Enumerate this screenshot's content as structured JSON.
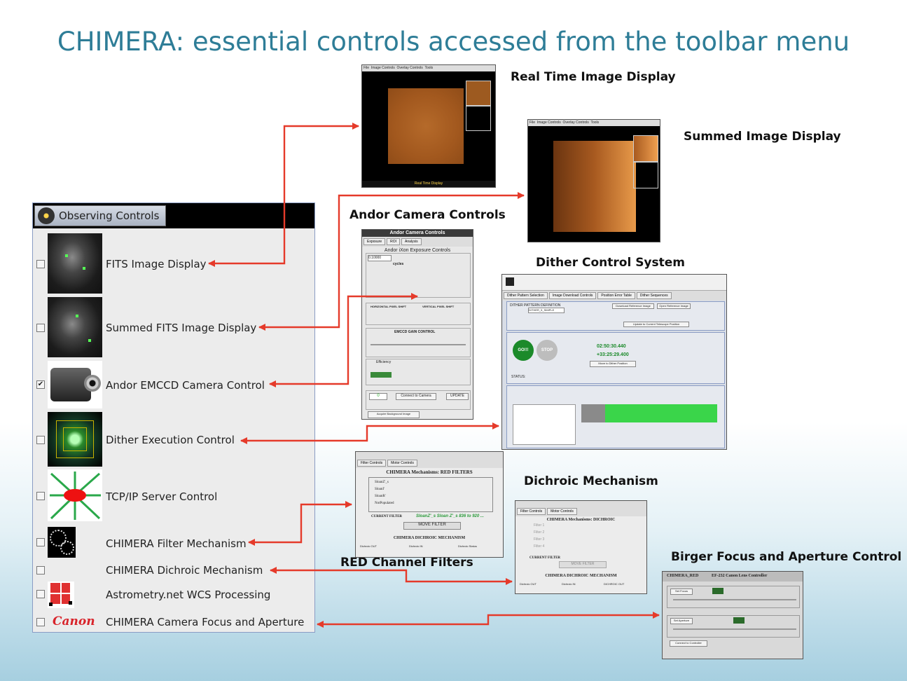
{
  "title": "CHIMERA:  essential controls accessed from the toolbar menu",
  "panel": {
    "tab_label": "Observing Controls",
    "items": [
      {
        "label": "FITS Image Display",
        "checked": false
      },
      {
        "label": "Summed FITS Image Display",
        "checked": false
      },
      {
        "label": "Andor EMCCD Camera Control",
        "checked": true
      },
      {
        "label": "Dither Execution Control",
        "checked": false
      },
      {
        "label": "TCP/IP Server Control",
        "checked": false
      },
      {
        "label": "CHIMERA Filter Mechanism",
        "checked": false
      },
      {
        "label": "CHIMERA Dichroic Mechanism",
        "checked": false
      },
      {
        "label": "Astrometry.net WCS Processing",
        "checked": false
      },
      {
        "label": "CHIMERA Camera Focus and Aperture",
        "checked": false
      }
    ],
    "canon_logo": "Canon"
  },
  "callouts": {
    "realtime": "Real Time Image Display",
    "summed": "Summed Image Display",
    "andor": "Andor Camera Controls",
    "dither": "Dither Control System",
    "dichroic": "Dichroic Mechanism",
    "red": "RED Channel Filters",
    "birger": "Birger Focus and Aperture Control"
  },
  "windows": {
    "realtime": {
      "menu": [
        "File",
        "Image Controls",
        "Overlay Controls",
        "Tools"
      ],
      "status": "Real Time Display"
    },
    "summed": {
      "menu": [
        "File",
        "Image Controls",
        "Overlay Controls",
        "Tools"
      ]
    },
    "andor": {
      "title": "Andor Camera Controls",
      "tabs": [
        "Exposure",
        "ROI",
        "Analysis"
      ],
      "heading": "Andor iXon Exposure Controls",
      "exposure_time": "0.10000",
      "cycles": "cycles",
      "hshift": "HORIZONTAL PIXEL SHIFT",
      "vshift": "VERTICAL PIXEL SHIFT",
      "gain": "EMCCD GAIN CONTROL",
      "efficiency": "Efficiency",
      "counter": "0",
      "connect": "Connect to Camera",
      "update": "UPDATE",
      "acquire": "Acquire Background Image"
    },
    "dither": {
      "tabs": [
        "Dither Pattern Selection",
        "Image Download Controls",
        "Position Error Table",
        "Dither Sequences"
      ],
      "section": "DITHER PATTERN DEFINITION",
      "pattern": "DITHER_5_SIMPLE",
      "download": "Download Reference Image",
      "open": "Open Reference Image",
      "update": "Update to Current Telescope Position",
      "go": "GO!!!",
      "stop": "STOP",
      "ra": "02:50:30.440",
      "dec": "+33:25:29.400",
      "move": "Move to Dither Position",
      "status": "STATUS:"
    },
    "red": {
      "tabs": [
        "Filter Controls",
        "Motor Controls"
      ],
      "heading": "CHIMERA Mechanisms: RED FILTERS",
      "filters": [
        "SloanZ'_s",
        "SloanI'",
        "SloanR'",
        "NotPopulated"
      ],
      "current_label": "CURRENT FILTER",
      "current_value": "SloanZ'_s Sloan Z'_s 836 to 920 ...",
      "move": "MOVE FILTER",
      "dichroic_heading": "CHIMERA DICHROIC MECHANISM",
      "dichroic_options": [
        "Dichroic OUT",
        "Dichroic IN",
        "Dichroic Status"
      ]
    },
    "dichroic": {
      "tabs": [
        "Filter Controls",
        "Motor Controls"
      ],
      "heading": "CHIMERA Mechanisms: DICHROIC",
      "filters": [
        "Filter 1",
        "Filter 2",
        "Filter 3",
        "Filter 4"
      ],
      "current_label": "CURRENT FILTER",
      "move": "MOVE FILTER",
      "dichroic_heading": "CHIMERA DICHROIC MECHANISM",
      "dichroic_options": [
        "Dichroic OUT",
        "Dichroic IN",
        "DICHROIC OUT"
      ]
    },
    "birger": {
      "left_title": "CHIMERA_RED",
      "right_title": "EF-232 Canon Lens Controller",
      "focus": "Set Focus",
      "aperture": "Set Aperture",
      "connect": "Connect to Controller"
    }
  },
  "colors": {
    "title": "#2e7d97",
    "arrow": "#e53a2a",
    "panel_border": "#8a9cc4"
  }
}
